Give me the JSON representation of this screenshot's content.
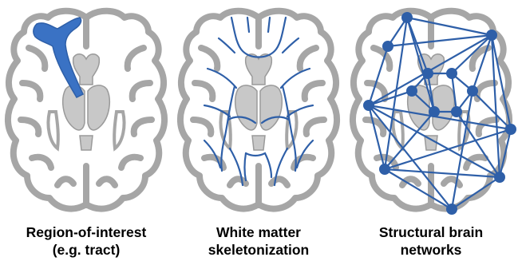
{
  "panels": [
    {
      "id": "roi",
      "caption_line1": "Region-of-interest",
      "caption_line2": "(e.g. tract)"
    },
    {
      "id": "skeleton",
      "caption_line1": "White matter",
      "caption_line2": "skeletonization"
    },
    {
      "id": "network",
      "caption_line1": "Structural brain",
      "caption_line2": "networks"
    }
  ],
  "colors": {
    "brain_outline": "#a6a6a6",
    "deep_structures": "#c8c8c8",
    "accent_blue": "#2e5fa8",
    "roi_fill": "#3a72c4",
    "node_fill": "#2e5fa8"
  }
}
